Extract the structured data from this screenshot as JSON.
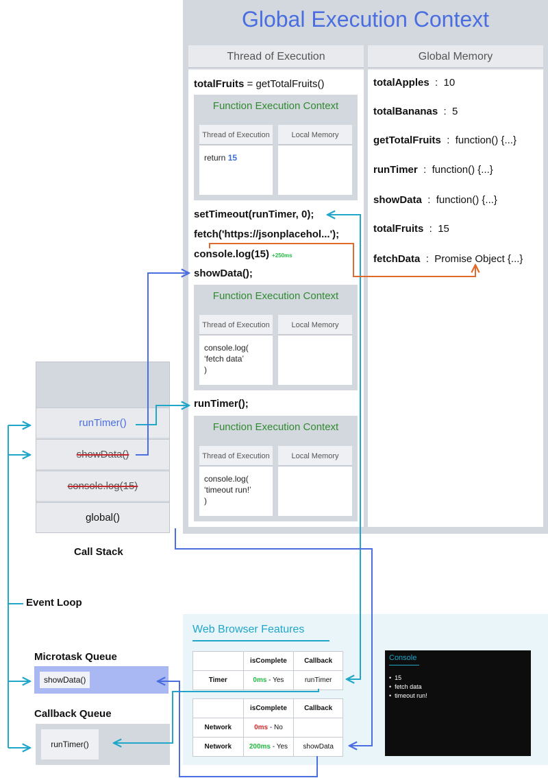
{
  "gec": {
    "title": "Global Execution Context",
    "thread_header": "Thread of Execution",
    "memory_header": "Global Memory",
    "lines": {
      "total_fruits_var": "totalFruits",
      "total_fruits_rest": " = getTotalFruits()",
      "set_timeout": "setTimeout(runTimer, 0);",
      "fetch": "fetch('https://jsonplacehol...');",
      "console_log": "console.log(15)",
      "console_log_ms": "+250ms",
      "show_data": "showData();",
      "run_timer": "runTimer();"
    },
    "fec_blocks": [
      {
        "title": "Function Execution Context",
        "thread_header": "Thread of Execution",
        "memory_header": "Local Memory",
        "code_prefix": "return ",
        "code_value": "15"
      },
      {
        "title": "Function Execution Context",
        "thread_header": "Thread of Execution",
        "memory_header": "Local Memory",
        "code_lines": [
          "console.log(",
          "‘fetch data’",
          ")"
        ]
      },
      {
        "title": "Function Execution Context",
        "thread_header": "Thread of Execution",
        "memory_header": "Local Memory",
        "code_lines": [
          "console.log(",
          "‘timeout run!’",
          ")"
        ]
      }
    ],
    "memory": [
      {
        "key": "totalApples",
        "value": "10"
      },
      {
        "key": "totalBananas",
        "value": "5"
      },
      {
        "key": "getTotalFruits",
        "value": "function() {...}"
      },
      {
        "key": "runTimer",
        "value": "function() {...}"
      },
      {
        "key": "showData",
        "value": "function() {...}"
      },
      {
        "key": "totalFruits",
        "value": "15"
      },
      {
        "key": "fetchData",
        "value": "Promise Object {...}"
      }
    ]
  },
  "call_stack": {
    "label": "Call Stack",
    "items": [
      "runTimer()",
      "showData()",
      "console.log(15)",
      "global()"
    ]
  },
  "event_loop": {
    "label": "Event Loop"
  },
  "microtask_queue": {
    "label": "Microtask Queue",
    "items": [
      "showData()"
    ]
  },
  "callback_queue": {
    "label": "Callback Queue",
    "items": [
      "runTimer()"
    ]
  },
  "web_browser": {
    "title": "Web Browser Features",
    "timer_table": {
      "headers": [
        "",
        "isComplete",
        "Callback"
      ],
      "rows": [
        {
          "name": "Timer",
          "ms": "0ms",
          "status": " - Yes",
          "callback": "runTimer"
        }
      ]
    },
    "network_table": {
      "headers": [
        "",
        "isComplete",
        "Callback"
      ],
      "rows": [
        {
          "name": "Network",
          "ms": "0ms",
          "status": " - No",
          "callback": ""
        },
        {
          "name": "Network",
          "ms": "200ms",
          "status": " - Yes",
          "callback": "showData"
        }
      ]
    }
  },
  "console": {
    "title": "Console",
    "lines": [
      "15",
      "fetch data",
      "timeout run!"
    ]
  },
  "colors": {
    "accent_blue": "#4a6ee0",
    "cyan": "#1fa6c9",
    "orange": "#e06a2c",
    "green": "#2f8a2f"
  }
}
